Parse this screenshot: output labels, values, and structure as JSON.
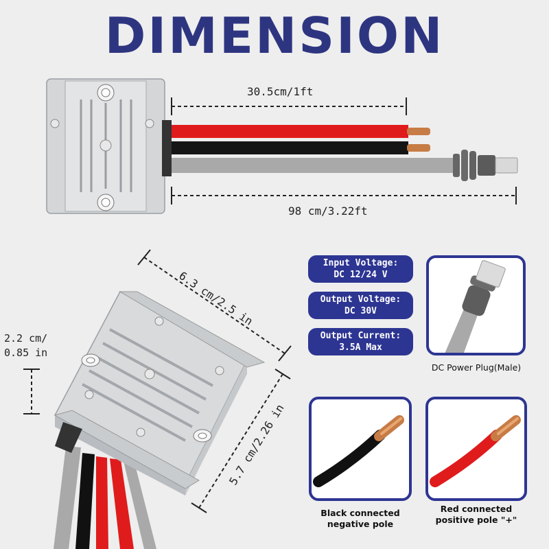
{
  "title": "DIMENSION",
  "dimensions": {
    "wire_length": "30.5cm/1ft",
    "total_length": "98 cm/3.22ft",
    "length": "6.3 cm/2.5 in",
    "width": "5.7 cm/2.26 in",
    "height_line1": "2.2 cm/",
    "height_line2": "0.85 in"
  },
  "specs": [
    {
      "label": "Input Voltage:",
      "value": "DC 12/24 V"
    },
    {
      "label": "Output Voltage:",
      "value": "DC 30V"
    },
    {
      "label": "Output Current:",
      "value": "3.5A Max"
    }
  ],
  "cards": {
    "plug_caption": "DC Power Plug(Male)",
    "black_caption_line1": "Black connected",
    "black_caption_line2": "negative pole",
    "red_caption_line1": "Red connected",
    "red_caption_line2": "positive pole \"+\""
  },
  "colors": {
    "accent": "#2d3592",
    "title": "#2e3580",
    "wire_red": "#e01b1b",
    "wire_black": "#111111",
    "wire_gray": "#a8a8a8"
  }
}
